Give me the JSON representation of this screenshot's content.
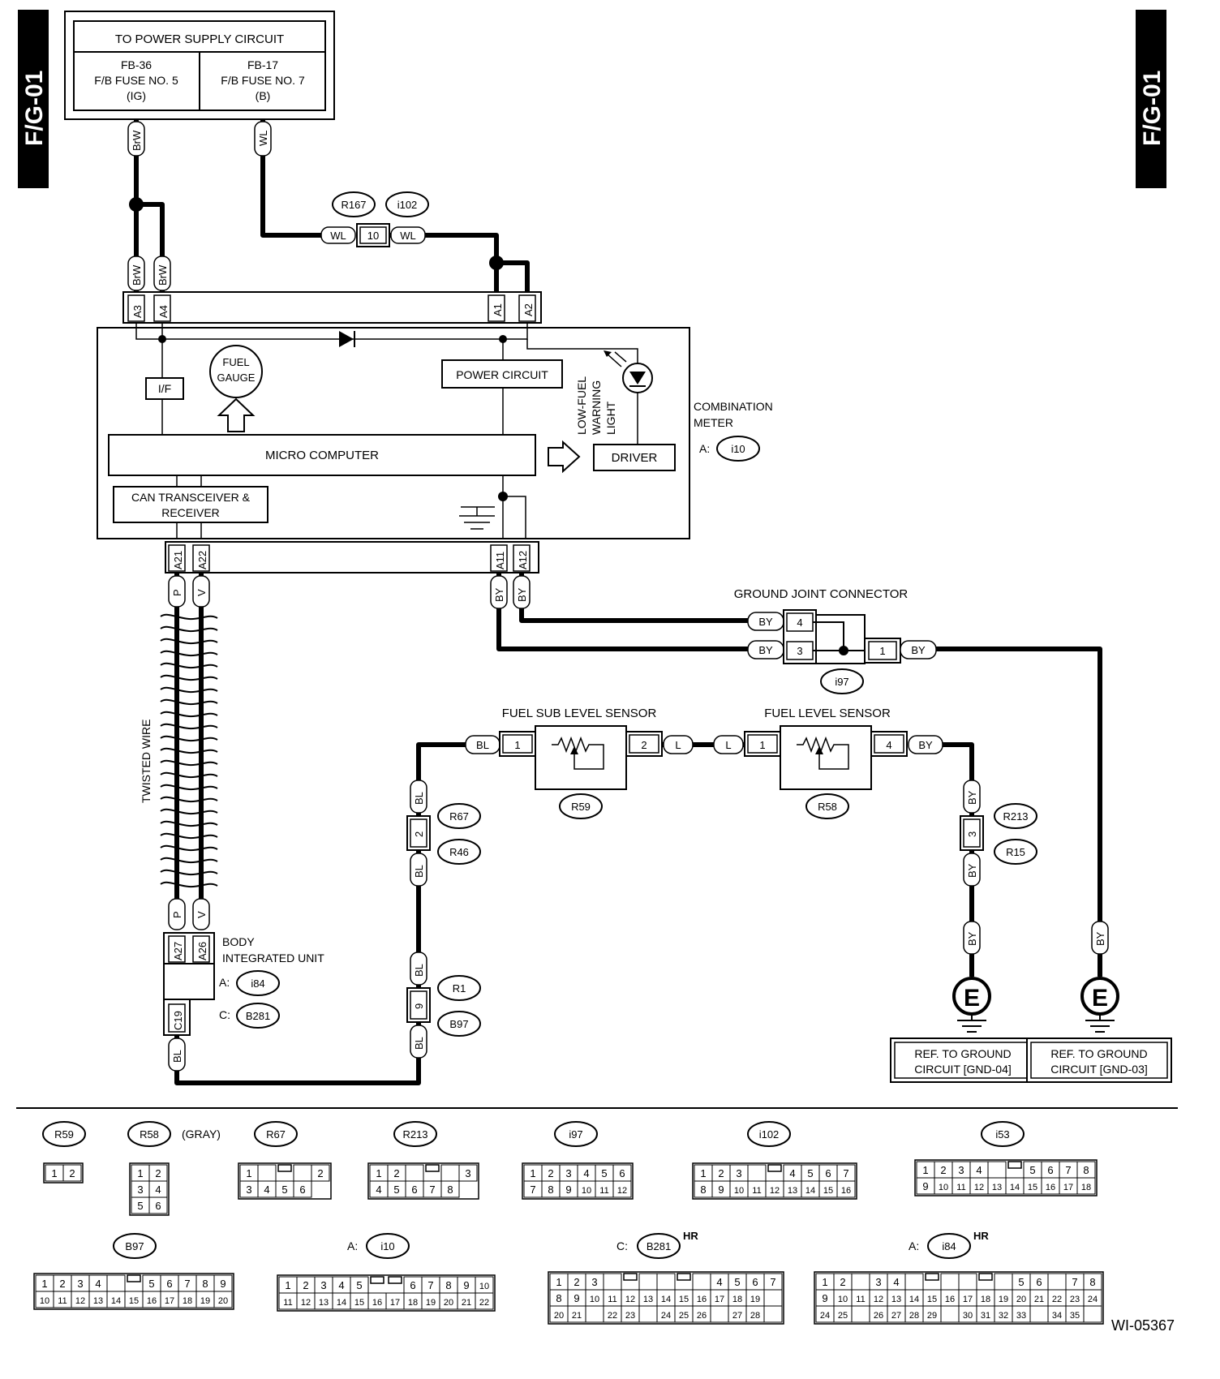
{
  "page_code": "F/G-01",
  "figure_code": "WI-05367",
  "power_supply": {
    "title": "TO POWER SUPPLY CIRCUIT",
    "fuse1": {
      "line1": "FB-36",
      "line2": "F/B FUSE NO. 5",
      "line3": "(IG)"
    },
    "fuse2": {
      "line1": "FB-17",
      "line2": "F/B FUSE NO. 7",
      "line3": "(B)"
    }
  },
  "wires": {
    "brw": "BrW",
    "wl": "WL",
    "p": "P",
    "v": "V",
    "by": "BY",
    "bl": "BL",
    "l": "L"
  },
  "pins": {
    "a3": "A3",
    "a4": "A4",
    "a1": "A1",
    "a2": "A2",
    "a21": "A21",
    "a22": "A22",
    "a11": "A11",
    "a12": "A12",
    "a27": "A27",
    "a26": "A26",
    "c19": "C19",
    "n10": "10",
    "n1": "1",
    "n2": "2",
    "n3": "3",
    "n4": "4",
    "n9": "9"
  },
  "connectors": {
    "r167": "R167",
    "i102": "i102",
    "i97": "i97",
    "r59": "R59",
    "r58": "R58",
    "r67": "R67",
    "r46": "R46",
    "r213": "R213",
    "r15": "R15",
    "r1": "R1",
    "b97": "B97",
    "i10": "i10",
    "i84": "i84",
    "b281": "B281",
    "i53": "i53"
  },
  "meter": {
    "i_f": "I/F",
    "fuel_gauge_1": "FUEL",
    "fuel_gauge_2": "GAUGE",
    "power_circuit": "POWER CIRCUIT",
    "micro_computer": "MICRO COMPUTER",
    "can_1": "CAN TRANSCEIVER &",
    "can_2": "RECEIVER",
    "driver": "DRIVER",
    "warning_1": "LOW-FUEL",
    "warning_2": "WARNING",
    "warning_3": "LIGHT",
    "name_1": "COMBINATION",
    "name_2": "METER",
    "prefix": "A:"
  },
  "labels": {
    "ground_joint": "GROUND JOINT CONNECTOR",
    "fuel_sub_level": "FUEL SUB LEVEL SENSOR",
    "fuel_level": "FUEL LEVEL SENSOR",
    "twisted_wire": "TWISTED WIRE",
    "biu_1": "BODY",
    "biu_2": "INTEGRATED UNIT",
    "biu_a": "A:",
    "biu_c": "C:",
    "ground_symbol": "E",
    "ref_gnd04_1": "REF. TO GROUND",
    "ref_gnd04_2": "CIRCUIT [GND-04]",
    "ref_gnd03_1": "REF. TO GROUND",
    "ref_gnd03_2": "CIRCUIT [GND-03]"
  },
  "connector_views": {
    "r58_note": "(GRAY)",
    "prefix_a": "A:",
    "prefix_c": "C:",
    "hr": "HR"
  }
}
